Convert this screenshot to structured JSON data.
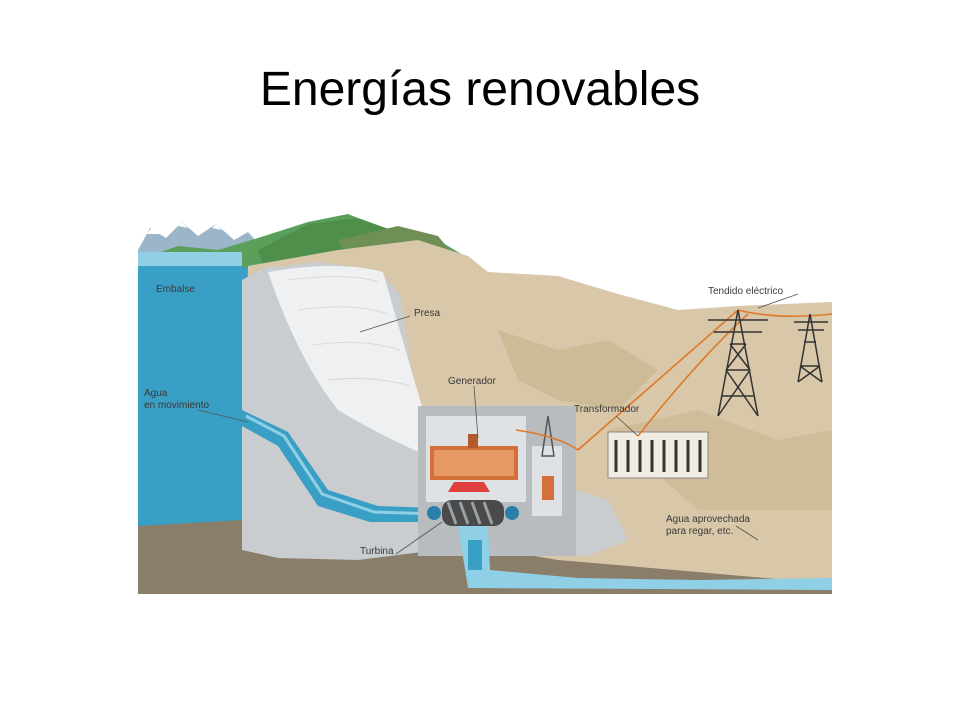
{
  "slide": {
    "title": "Energías renovables"
  },
  "labels": {
    "embalse": "Embalse",
    "agua_line1": "Agua",
    "agua_line2": "en movimiento",
    "presa": "Presa",
    "generador": "Generador",
    "turbina": "Turbina",
    "transformador": "Transformador",
    "tendido": "Tendido eléctrico",
    "aprovechada_line1": "Agua aprovechada",
    "aprovechada_line2": "para regar, etc."
  },
  "colors": {
    "water": "#3a9fc4",
    "water_light": "#8fd0e6",
    "rock": "#d8c7a8",
    "concrete": "#c9cdd0",
    "ground": "#8a7d6a",
    "wire": "#e07a28",
    "generator": "#d4713a"
  }
}
